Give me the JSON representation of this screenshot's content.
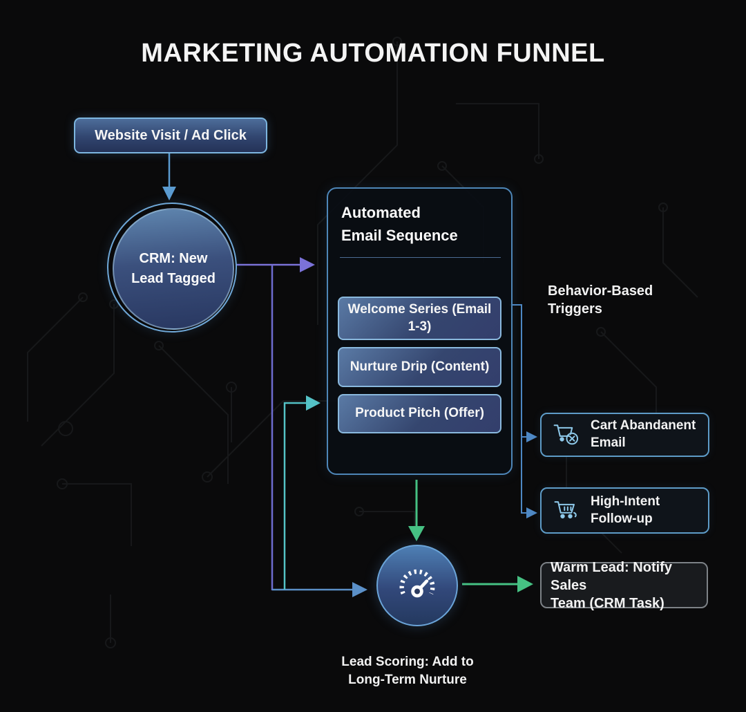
{
  "title": "MARKETING AUTOMATION FUNNEL",
  "flow": {
    "start": {
      "label": "Website Visit / Ad Click"
    },
    "crm_circle": {
      "label": "CRM: New\nLead Tagged"
    },
    "sequence": {
      "title": "Automated\nEmail Sequence",
      "steps": [
        {
          "label": "Welcome Series (Email 1-3)"
        },
        {
          "label": "Nurture Drip (Content)"
        },
        {
          "label": "Product Pitch (Offer)"
        }
      ]
    },
    "behavior_label": "Behavior-Based\nTriggers",
    "triggers": [
      {
        "label": "Cart Abandanent\nEmail",
        "icon": "cart-remove-icon"
      },
      {
        "label": "High-Intent\nFollow-up",
        "icon": "cart-full-icon"
      }
    ],
    "warm_lead": {
      "label": "Warm Lead: Notify Sales\nTeam (CRM Task)"
    },
    "lead_scoring": {
      "label": "Lead Scoring: Add to\nLong-Term Nurture",
      "icon": "gauge-icon"
    }
  },
  "colors": {
    "background": "#0a0a0b",
    "arrow_blue": "#5b9bd0",
    "arrow_purple": "#7b72d8",
    "arrow_teal": "#54c2c6",
    "arrow_green": "#46c183",
    "connector_blue": "#4e88c4",
    "node_border_light": "#8ab9de",
    "icon_blue": "#8ec9ea"
  }
}
